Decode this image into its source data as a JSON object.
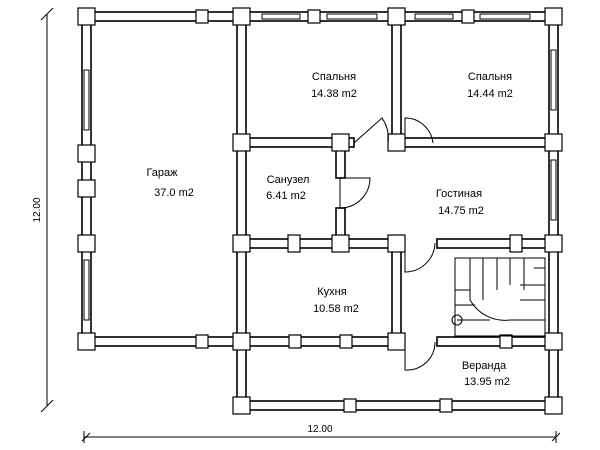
{
  "rooms": {
    "garage": {
      "name": "Гараж",
      "area": "37.0 m2"
    },
    "bedroom1": {
      "name": "Спальня",
      "area": "14.38 m2"
    },
    "bedroom2": {
      "name": "Спальня",
      "area": "14.44 m2"
    },
    "bathroom": {
      "name": "Санузел",
      "area": "6.41 m2"
    },
    "living": {
      "name": "Гостиная",
      "area": "14.75 m2"
    },
    "kitchen": {
      "name": "Кухня",
      "area": "10.58 m2"
    },
    "veranda": {
      "name": "Веранда",
      "area": "13.95 m2"
    }
  },
  "dimensions": {
    "width": "12.00",
    "height": "12.00"
  }
}
